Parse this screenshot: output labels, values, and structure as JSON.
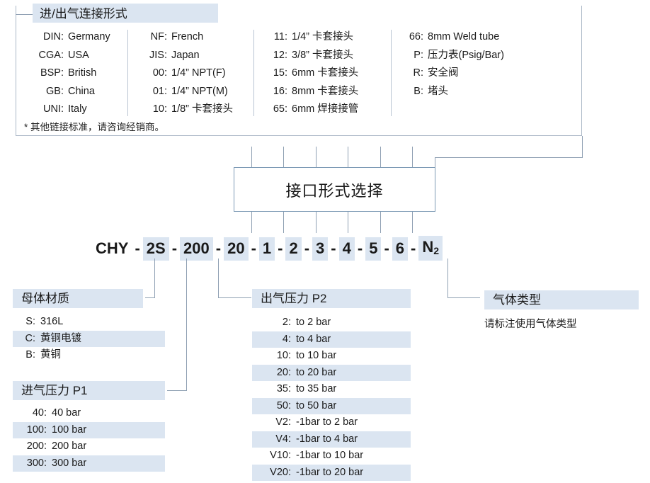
{
  "top_panel": {
    "title": "进/出气连接形式",
    "note": "* 其他链接标准，请咨询经销商。",
    "columns": [
      {
        "rows": [
          {
            "key": "DIN:",
            "value": "Germany"
          },
          {
            "key": "CGA:",
            "value": "USA"
          },
          {
            "key": "BSP:",
            "value": "British"
          },
          {
            "key": "GB:",
            "value": "China"
          },
          {
            "key": "UNI:",
            "value": "Italy"
          }
        ]
      },
      {
        "rows": [
          {
            "key": "NF:",
            "value": "French"
          },
          {
            "key": "JIS:",
            "value": "Japan"
          },
          {
            "key": "00:",
            "value": "1/4” NPT(F)"
          },
          {
            "key": "01:",
            "value": "1/4” NPT(M)"
          },
          {
            "key": "10:",
            "value": "1/8” 卡套接头"
          }
        ]
      },
      {
        "rows": [
          {
            "key": "11:",
            "value": "1/4” 卡套接头"
          },
          {
            "key": "12:",
            "value": "3/8” 卡套接头"
          },
          {
            "key": "15:",
            "value": "6mm 卡套接头"
          },
          {
            "key": "16:",
            "value": "8mm 卡套接头"
          },
          {
            "key": "65:",
            "value": "6mm 焊接接管"
          }
        ]
      },
      {
        "rows": [
          {
            "key": "66:",
            "value": "8mm Weld tube"
          },
          {
            "key": "P:",
            "value": "压力表(Psig/Bar)"
          },
          {
            "key": "R:",
            "value": "安全阀"
          },
          {
            "key": "B:",
            "value": "堵头"
          }
        ]
      }
    ]
  },
  "interface_box": {
    "label": "接口形式选择"
  },
  "part_code": {
    "segments": [
      {
        "text": "CHY",
        "highlight": false
      },
      {
        "text": "2S",
        "highlight": true
      },
      {
        "text": "200",
        "highlight": true
      },
      {
        "text": "20",
        "highlight": true
      },
      {
        "text": "1",
        "highlight": true
      },
      {
        "text": "2",
        "highlight": true
      },
      {
        "text": "3",
        "highlight": true
      },
      {
        "text": "4",
        "highlight": true
      },
      {
        "text": "5",
        "highlight": true
      },
      {
        "text": "6",
        "highlight": true
      },
      {
        "text": "N2",
        "highlight": true
      }
    ],
    "separator": "-"
  },
  "body_material": {
    "title": "母体材质",
    "rows": [
      {
        "key": "S:",
        "value": "316L",
        "highlight": false
      },
      {
        "key": "C:",
        "value": "黄铜电镀",
        "highlight": true
      },
      {
        "key": "B:",
        "value": "黄铜",
        "highlight": false
      }
    ]
  },
  "inlet_pressure": {
    "title": "进气压力 P1",
    "rows": [
      {
        "key": "40:",
        "value": "40 bar",
        "highlight": false
      },
      {
        "key": "100:",
        "value": "100 bar",
        "highlight": true
      },
      {
        "key": "200:",
        "value": "200 bar",
        "highlight": false
      },
      {
        "key": "300:",
        "value": "300 bar",
        "highlight": true
      }
    ]
  },
  "outlet_pressure": {
    "title": "出气压力 P2",
    "rows": [
      {
        "key": "2:",
        "value": "to 2 bar",
        "highlight": false
      },
      {
        "key": "4:",
        "value": "to 4 bar",
        "highlight": true
      },
      {
        "key": "10:",
        "value": "to 10 bar",
        "highlight": false
      },
      {
        "key": "20:",
        "value": "to 20 bar",
        "highlight": true
      },
      {
        "key": "35:",
        "value": "to 35 bar",
        "highlight": false
      },
      {
        "key": "50:",
        "value": "to 50 bar",
        "highlight": true
      },
      {
        "key": "V2:",
        "value": "-1bar to 2 bar",
        "highlight": false
      },
      {
        "key": "V4:",
        "value": "-1bar to 4 bar",
        "highlight": true
      },
      {
        "key": "V10:",
        "value": "-1bar to 10 bar",
        "highlight": false
      },
      {
        "key": "V20:",
        "value": "-1bar to 20 bar",
        "highlight": true
      }
    ]
  },
  "gas_type": {
    "title": "气体类型",
    "note": "请标注使用气体类型"
  },
  "colors": {
    "highlight": "#dbe5f1",
    "line": "#8fa0b3",
    "box_border": "#7d9ab5",
    "panel_border": "#aab7c6",
    "text": "#1a1a1a"
  }
}
